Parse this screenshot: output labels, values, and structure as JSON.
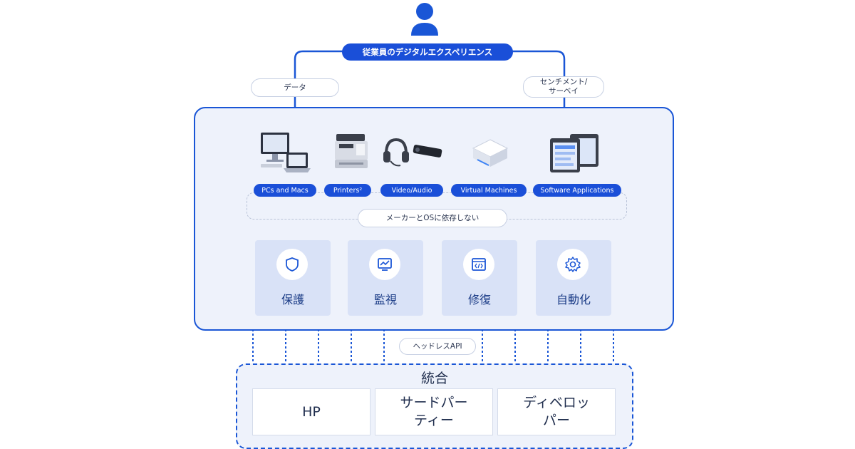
{
  "diagram": {
    "top_label": "従業員のデジタルエクスペリエンス",
    "left_flow": "データ",
    "right_flow": "センチメント/\nサーベイ",
    "devices": [
      {
        "label": "PCs and Macs",
        "icon": "laptop-desktop-icon"
      },
      {
        "label": "Printers²",
        "icon": "printer-icon"
      },
      {
        "label": "Video/Audio",
        "icon": "headset-camera-icon"
      },
      {
        "label": "Virtual Machines",
        "icon": "virtual-machine-icon"
      },
      {
        "label": "Software Applications",
        "icon": "application-windows-icon"
      }
    ],
    "agnostic_label": "メーカーとOSに依存しない",
    "capabilities": [
      {
        "label": "保護",
        "icon": "shield-icon"
      },
      {
        "label": "監視",
        "icon": "monitor-chart-icon"
      },
      {
        "label": "修復",
        "icon": "code-window-icon"
      },
      {
        "label": "自動化",
        "icon": "gear-icon"
      }
    ],
    "api_label": "ヘッドレスAPI",
    "integration": {
      "title": "統合",
      "items": [
        "HP",
        "サードパー\nティー",
        "ディベロッ\nパー"
      ]
    },
    "colors": {
      "accent": "#1a56d6",
      "panel": "#eef2fb",
      "card": "#d9e2f7"
    }
  }
}
